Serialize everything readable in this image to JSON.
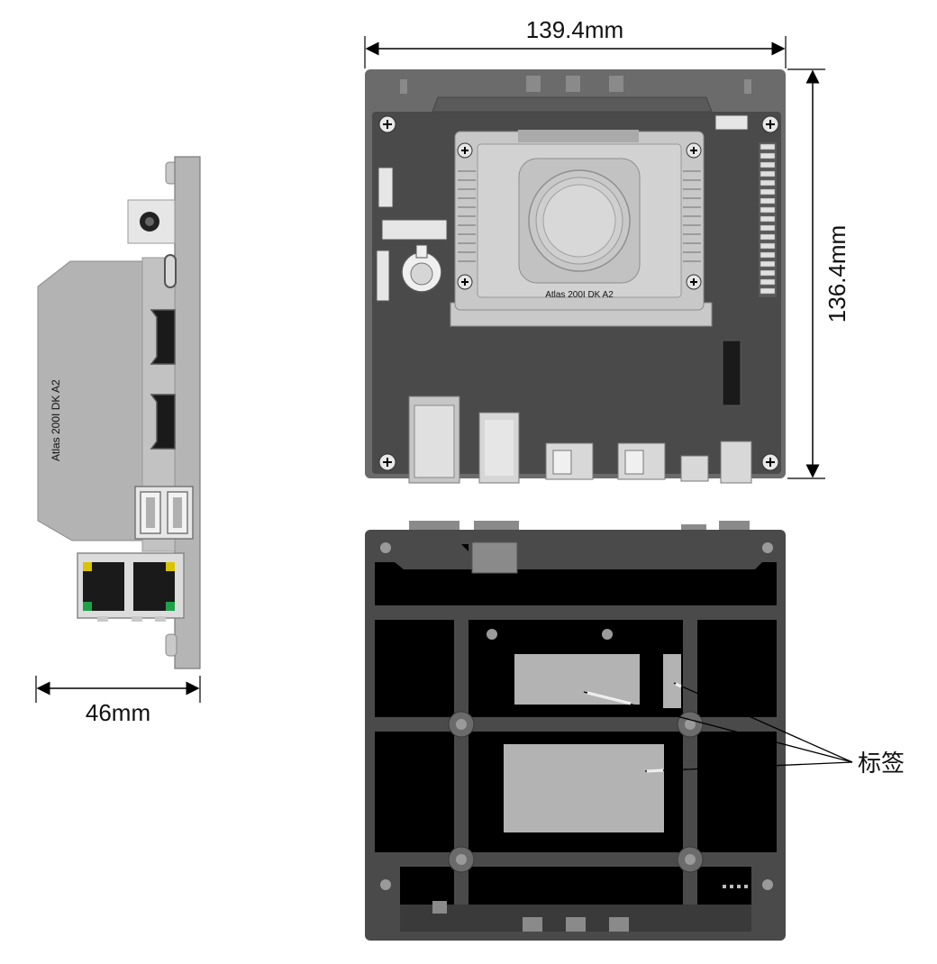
{
  "dimensions": {
    "width_top": "139.4mm",
    "height_top": "136.4mm",
    "depth_side": "46mm"
  },
  "board": {
    "model_label": "Atlas 200I DK A2",
    "side_label": "Atlas 200I DK A2"
  },
  "callout": {
    "label_text": "标签"
  },
  "colors": {
    "board_dark": "#4a4a4a",
    "board_mid": "#6b6b6b",
    "module_silver": "#bdbdbd",
    "heatsink": "#c8c8c8",
    "underside_black": "#000000",
    "label_gray": "#b3b3b3",
    "ethernet_led_yellow": "#d9c400",
    "ethernet_led_green": "#1fa14a"
  }
}
